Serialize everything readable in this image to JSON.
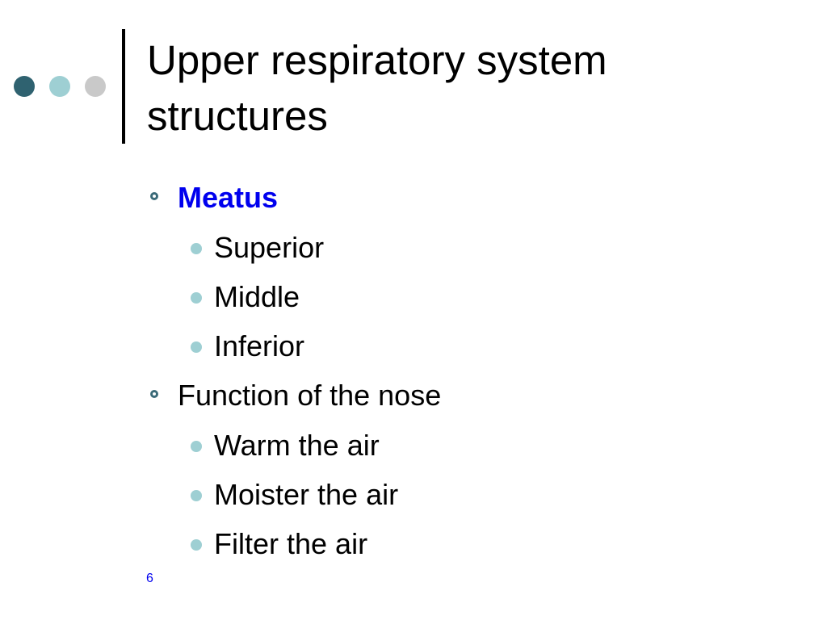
{
  "slide": {
    "title": "Upper respiratory system structures",
    "page_number": "6",
    "colors": {
      "dot_dark": "#2f6270",
      "dot_light": "#9ecfd3",
      "dot_grey": "#c9c9c9",
      "accent_text": "#0000ee",
      "bullet_ring": "#3a6a78",
      "sub_bullet": "#9ecfd3"
    },
    "bullets": [
      {
        "text": "Meatus",
        "sub": [
          "Superior",
          "Middle",
          "Inferior"
        ]
      },
      {
        "text": "Function of the nose",
        "sub": [
          "Warm the air",
          "Moister the air",
          "Filter the air"
        ]
      }
    ]
  }
}
